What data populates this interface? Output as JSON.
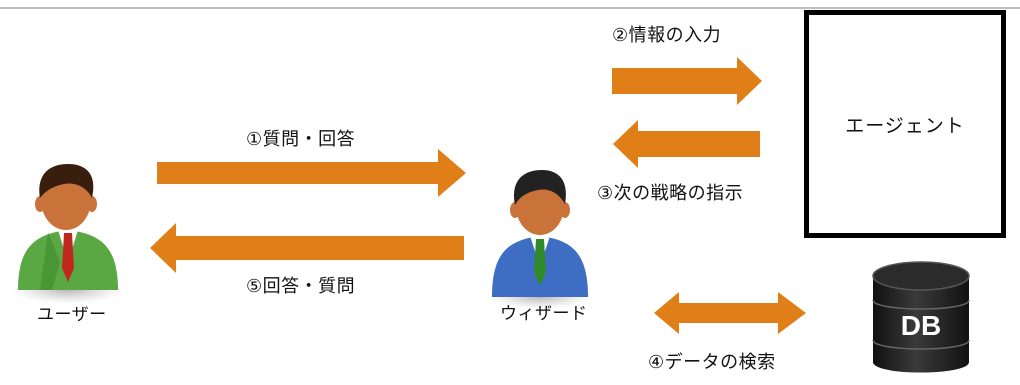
{
  "labels": {
    "step1": "①質問・回答",
    "step2": "②情報の入力",
    "step3": "③次の戦略の指示",
    "step4": "④データの検索",
    "step5": "⑤回答・質問"
  },
  "nodes": {
    "user": "ユーザー",
    "wizard": "ウィザード",
    "agent": "エージェント",
    "db": "DB"
  },
  "colors": {
    "arrow": "#E07F17",
    "user_shirt": "#5AA843",
    "wizard_shirt": "#3D6EC4",
    "skin": "#C9733A",
    "hair": "#3A1E0D",
    "wizard_hair": "#222222",
    "db": "#222222"
  }
}
